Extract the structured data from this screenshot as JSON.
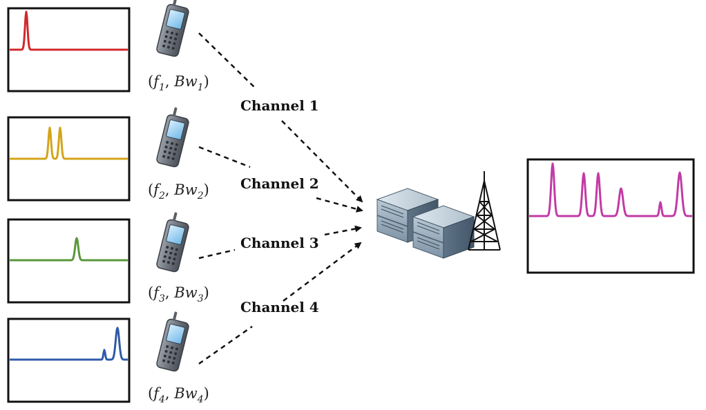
{
  "users": [
    {
      "freq_sym": "f",
      "bw_sym": "Bw",
      "index": "1",
      "channel": "Channel 1",
      "color": "#d0282a"
    },
    {
      "freq_sym": "f",
      "bw_sym": "Bw",
      "index": "2",
      "channel": "Channel 2",
      "color": "#d4a418"
    },
    {
      "freq_sym": "f",
      "bw_sym": "Bw",
      "index": "3",
      "channel": "Channel 3",
      "color": "#58973a"
    },
    {
      "freq_sym": "f",
      "bw_sym": "Bw",
      "index": "4",
      "channel": "Channel 4",
      "color": "#2f5aa8"
    }
  ],
  "combined_color": "#c23aa6",
  "icons": {
    "phone": "mobile-phone-icon",
    "server": "server-rack-icon",
    "tower": "antenna-tower-icon"
  }
}
